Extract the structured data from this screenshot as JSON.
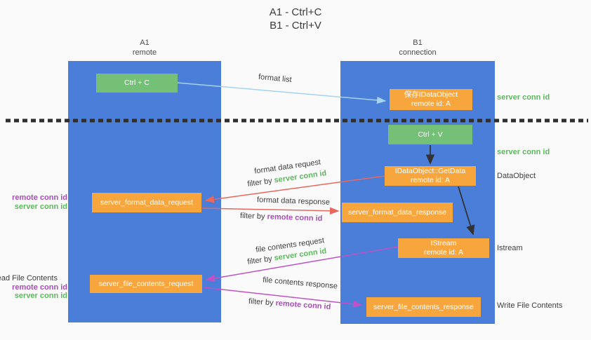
{
  "title": {
    "line1": "A1 - Ctrl+C",
    "line2": "B1 - Ctrl+V"
  },
  "lifelines": {
    "a": {
      "id": "A1",
      "role": "remote"
    },
    "b": {
      "id": "B1",
      "role": "connection"
    }
  },
  "nodes": {
    "ctrl_c": {
      "label": "Ctrl + C"
    },
    "save_dataobject": {
      "line1": "保存IDataObject",
      "line2": "remote id: A"
    },
    "ctrl_v": {
      "label": "Ctrl + V"
    },
    "getdata": {
      "line1": "IDataObject::GetData",
      "line2": "remote id: A"
    },
    "format_request": {
      "label": "server_format_data_request"
    },
    "format_response": {
      "label": "server_format_data_response"
    },
    "istream": {
      "line1": "IStream",
      "line2": "remote id: A"
    },
    "file_request": {
      "label": "server_file_contents_request"
    },
    "file_response": {
      "label": "server_file_contents_response"
    }
  },
  "arrow_labels": {
    "format_list": "format list",
    "format_data_request": "format data request",
    "format_data_response": "format data response",
    "file_contents_request": "file contents request",
    "file_contents_response": "file contents response",
    "filter_by": "filter by",
    "server_conn_id": "server conn id",
    "remote_conn_id": "remote conn id"
  },
  "annotations": {
    "right": {
      "server_conn_id_1": "server conn id",
      "server_conn_id_2": "server conn id",
      "dataobject": "DataObject",
      "istream": "Istream",
      "write_file_contents": "Write File Contents"
    },
    "left": {
      "remote_conn_id_1": "remote conn id",
      "server_conn_id_1": "server conn id",
      "read_file_contents": "Read File Contents",
      "remote_conn_id_2": "remote conn id",
      "server_conn_id_2": "server conn id"
    }
  },
  "colors": {
    "lifeline_blue": "#4a7ed8",
    "box_orange": "#f7a63e",
    "box_green": "#74c077",
    "arrow_blue": "#a5d3f2",
    "arrow_red": "#e8685d",
    "arrow_magenta": "#bf52c5",
    "arrow_black": "#333333",
    "text_green": "#5cb85c",
    "text_purple": "#a84cba",
    "text_dark": "#3d3d3d",
    "background": "#fafafa"
  }
}
